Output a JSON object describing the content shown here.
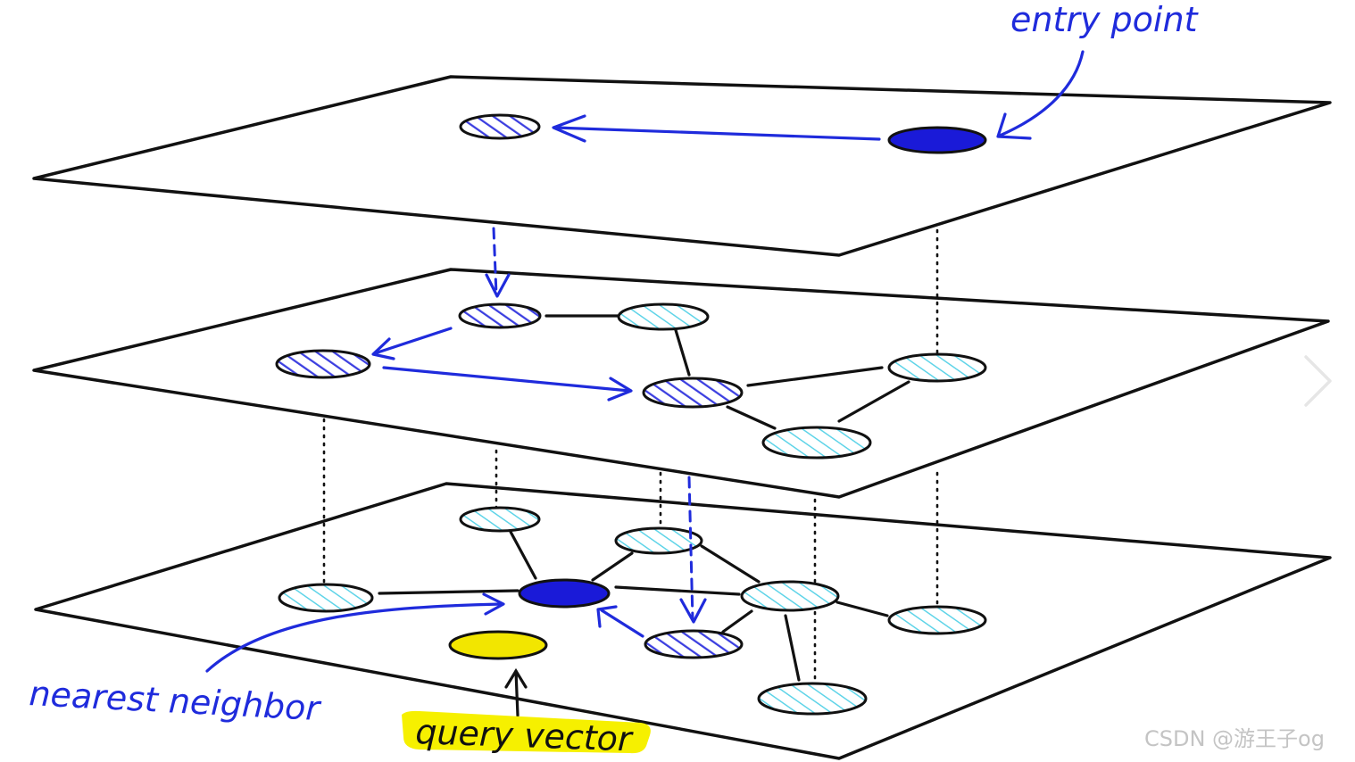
{
  "labels": {
    "entry_point": "entry point",
    "nearest_neighbor": "nearest neighbor",
    "query_vector": "query vector"
  },
  "watermark": "CSDN @游王子og",
  "colors": {
    "path_blue": "#1f2bdc",
    "node_fill_blue": "#1a1ad8",
    "hatch_blue": "#3b3ee0",
    "hatch_cyan": "#5fd4e8",
    "query_yellow": "#f2e600",
    "highlight_yellow": "#f6f000",
    "line_black": "#111111"
  },
  "layers": [
    {
      "name": "top",
      "nodes": [
        {
          "id": "t1",
          "style": "hatched-blue"
        },
        {
          "id": "t2",
          "style": "solid-blue",
          "role": "entry"
        }
      ]
    },
    {
      "name": "middle",
      "nodes": [
        {
          "id": "m1",
          "style": "hatched-blue"
        },
        {
          "id": "m2",
          "style": "hatched-cyan"
        },
        {
          "id": "m3",
          "style": "hatched-blue"
        },
        {
          "id": "m4",
          "style": "hatched-blue"
        },
        {
          "id": "m5",
          "style": "hatched-cyan"
        },
        {
          "id": "m6",
          "style": "hatched-cyan"
        }
      ]
    },
    {
      "name": "bottom",
      "nodes": [
        {
          "id": "b1",
          "style": "hatched-cyan"
        },
        {
          "id": "b2",
          "style": "hatched-cyan"
        },
        {
          "id": "b3",
          "style": "hatched-cyan"
        },
        {
          "id": "b4",
          "style": "solid-blue",
          "role": "nearest"
        },
        {
          "id": "b5",
          "style": "hatched-cyan"
        },
        {
          "id": "b6",
          "style": "hatched-cyan"
        },
        {
          "id": "b7",
          "style": "hatched-blue"
        },
        {
          "id": "b8",
          "style": "hatched-cyan"
        },
        {
          "id": "q",
          "style": "solid-yellow",
          "role": "query"
        }
      ]
    }
  ]
}
